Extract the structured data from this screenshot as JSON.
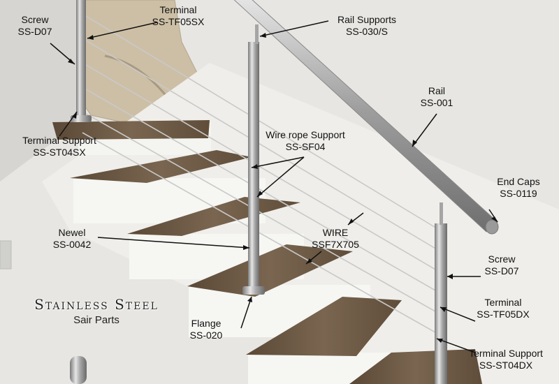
{
  "colors": {
    "wall": "#e8e7e3",
    "tread": "#6b5a45",
    "riser": "#f4f4f1",
    "steel": "#b8b8b8",
    "text": "#111111"
  },
  "labels": {
    "screw_top": {
      "name": "Screw",
      "code": "SS-D07"
    },
    "terminal_top": {
      "name": "Terminal",
      "code": "SS-TF05SX"
    },
    "rail_supports": {
      "name": "Rail Supports",
      "code": "SS-030/S"
    },
    "rail": {
      "name": "Rail",
      "code": "SS-001"
    },
    "terminal_support_top": {
      "name": "Terminal Support",
      "code": "SS-ST04SX"
    },
    "wire_rope_support": {
      "name": "Wire rope Support",
      "code": "SS-SF04"
    },
    "end_caps": {
      "name": "End Caps",
      "code": "SS-0119"
    },
    "newel": {
      "name": "Newel",
      "code": "SS-0042"
    },
    "wire": {
      "name": "WIRE",
      "code": "SSF7X705"
    },
    "screw_bottom": {
      "name": "Screw",
      "code": "SS-D07"
    },
    "terminal_bottom": {
      "name": "Terminal",
      "code": "SS-TF05DX"
    },
    "flange": {
      "name": "Flange",
      "code": "SS-020"
    },
    "terminal_support_bottom": {
      "name": "Terminal Support",
      "code": "SS-ST04DX"
    }
  },
  "brand": {
    "title": "Stainless Steel",
    "subtitle": "Sair Parts"
  }
}
